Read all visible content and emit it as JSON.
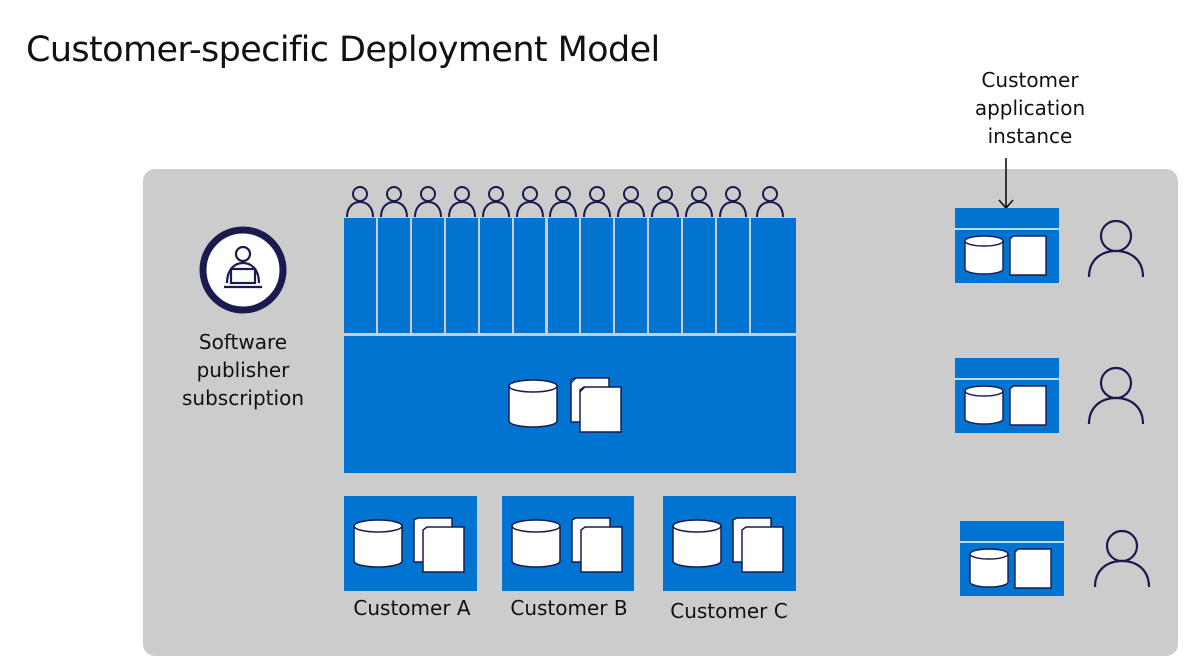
{
  "title": "Customer-specific Deployment Model",
  "publisher": {
    "icon": "person-at-laptop-icon",
    "label_lines": [
      "Software",
      "publisher",
      "subscription"
    ]
  },
  "tenant_users": {
    "count": 13,
    "icon": "user-outline-icon"
  },
  "shared_storage": {
    "icons": [
      "database-icon",
      "documents-icon"
    ]
  },
  "customers": [
    {
      "label": "Customer A",
      "icons": [
        "database-icon",
        "documents-icon"
      ]
    },
    {
      "label": "Customer B",
      "icons": [
        "database-icon",
        "documents-icon"
      ]
    },
    {
      "label": "Customer C",
      "icons": [
        "database-icon",
        "documents-icon"
      ]
    }
  ],
  "callout": {
    "lines": [
      "Customer",
      "application",
      "instance"
    ],
    "icon": "arrow-down-icon"
  },
  "instances": [
    {
      "icons": [
        "database-icon",
        "document-icon"
      ],
      "user_icon": "user-outline-icon"
    },
    {
      "icons": [
        "database-icon",
        "document-icon"
      ],
      "user_icon": "user-outline-icon"
    },
    {
      "icons": [
        "database-icon",
        "document-icon"
      ],
      "user_icon": "user-outline-icon"
    }
  ],
  "colors": {
    "azure_blue": "#0173d0",
    "panel_gray": "#cccccc",
    "icon_navy": "#1b1a4f",
    "divider": "#b9dcf7"
  }
}
